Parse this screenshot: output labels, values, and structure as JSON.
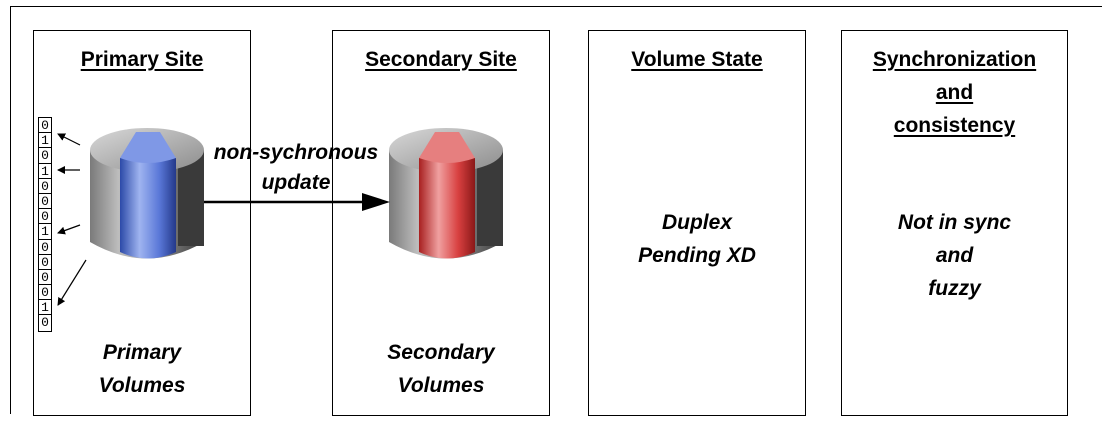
{
  "panels": [
    {
      "heading": [
        "Primary Site"
      ],
      "text": [
        "Primary",
        "Volumes"
      ]
    },
    {
      "heading": [
        "Secondary Site"
      ],
      "text": [
        "Secondary",
        "Volumes"
      ]
    },
    {
      "heading": [
        "Volume State"
      ],
      "text": [
        "Duplex",
        "Pending XD"
      ]
    },
    {
      "heading": [
        "Synchronization",
        "and",
        "consistency"
      ],
      "text": [
        "Not in sync",
        "and",
        "fuzzy"
      ]
    }
  ],
  "bits": [
    "0",
    "1",
    "0",
    "1",
    "0",
    "0",
    "0",
    "1",
    "0",
    "0",
    "0",
    "0",
    "1",
    "0"
  ],
  "arrow_label": [
    "non-sychronous",
    "update"
  ],
  "colors": {
    "primary_volume": "#4a68c8",
    "secondary_volume": "#d84040",
    "cylinder_body": "#9a9a9a"
  }
}
